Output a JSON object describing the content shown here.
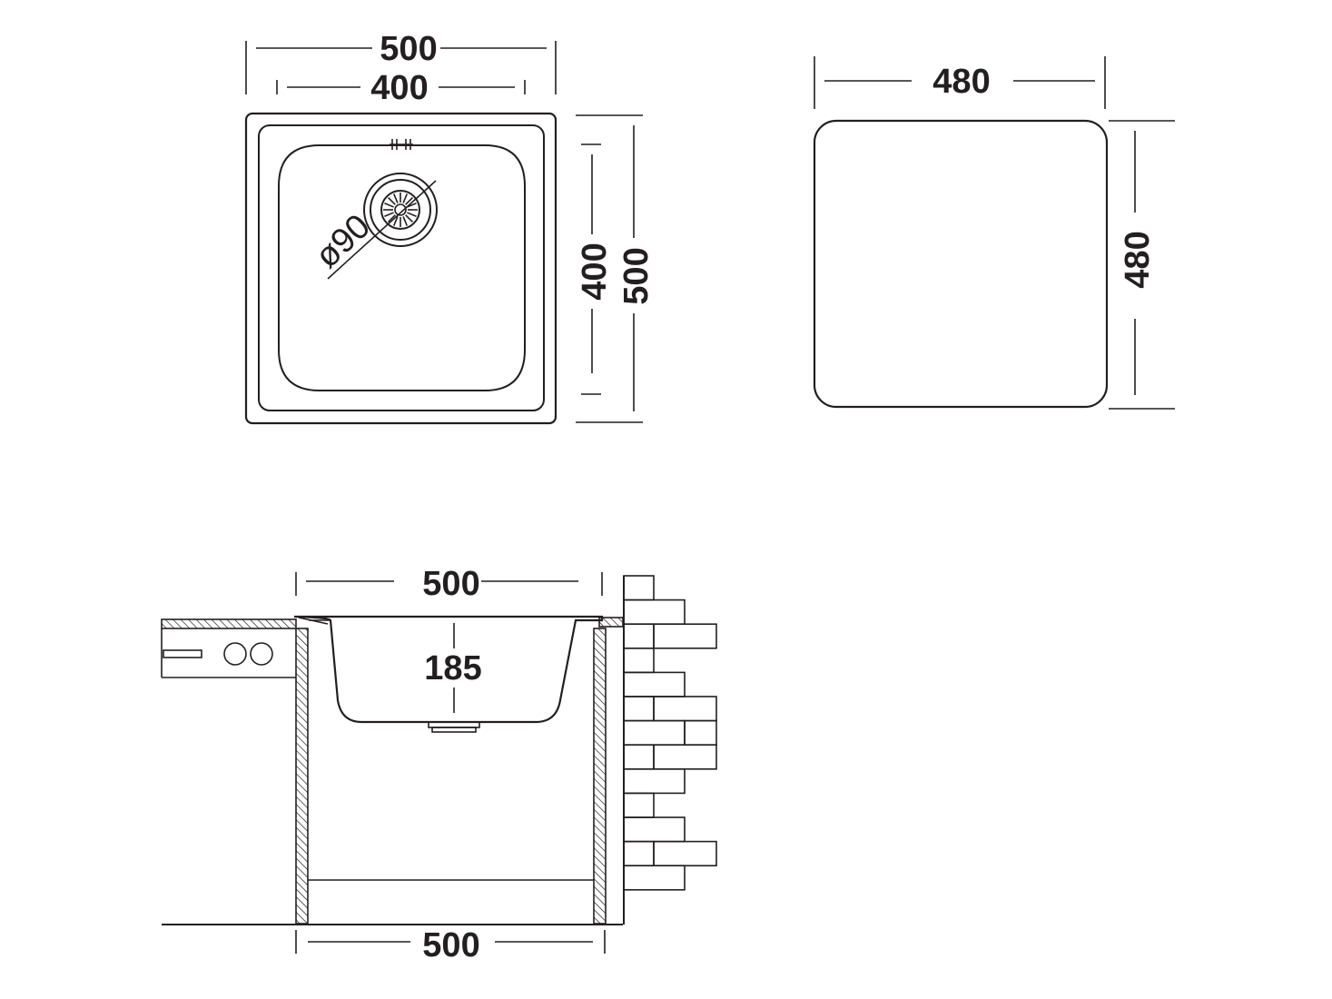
{
  "top_view": {
    "width_outer": "500",
    "width_inner": "400",
    "height_inner": "400",
    "height_outer": "500",
    "drain_diameter": "ø90"
  },
  "cutout_view": {
    "width": "480",
    "height": "480"
  },
  "side_view": {
    "width_top": "500",
    "depth": "185",
    "width_bottom": "500"
  },
  "colors": {
    "line": "#231f20",
    "background": "#ffffff",
    "hatch": "#231f20"
  }
}
